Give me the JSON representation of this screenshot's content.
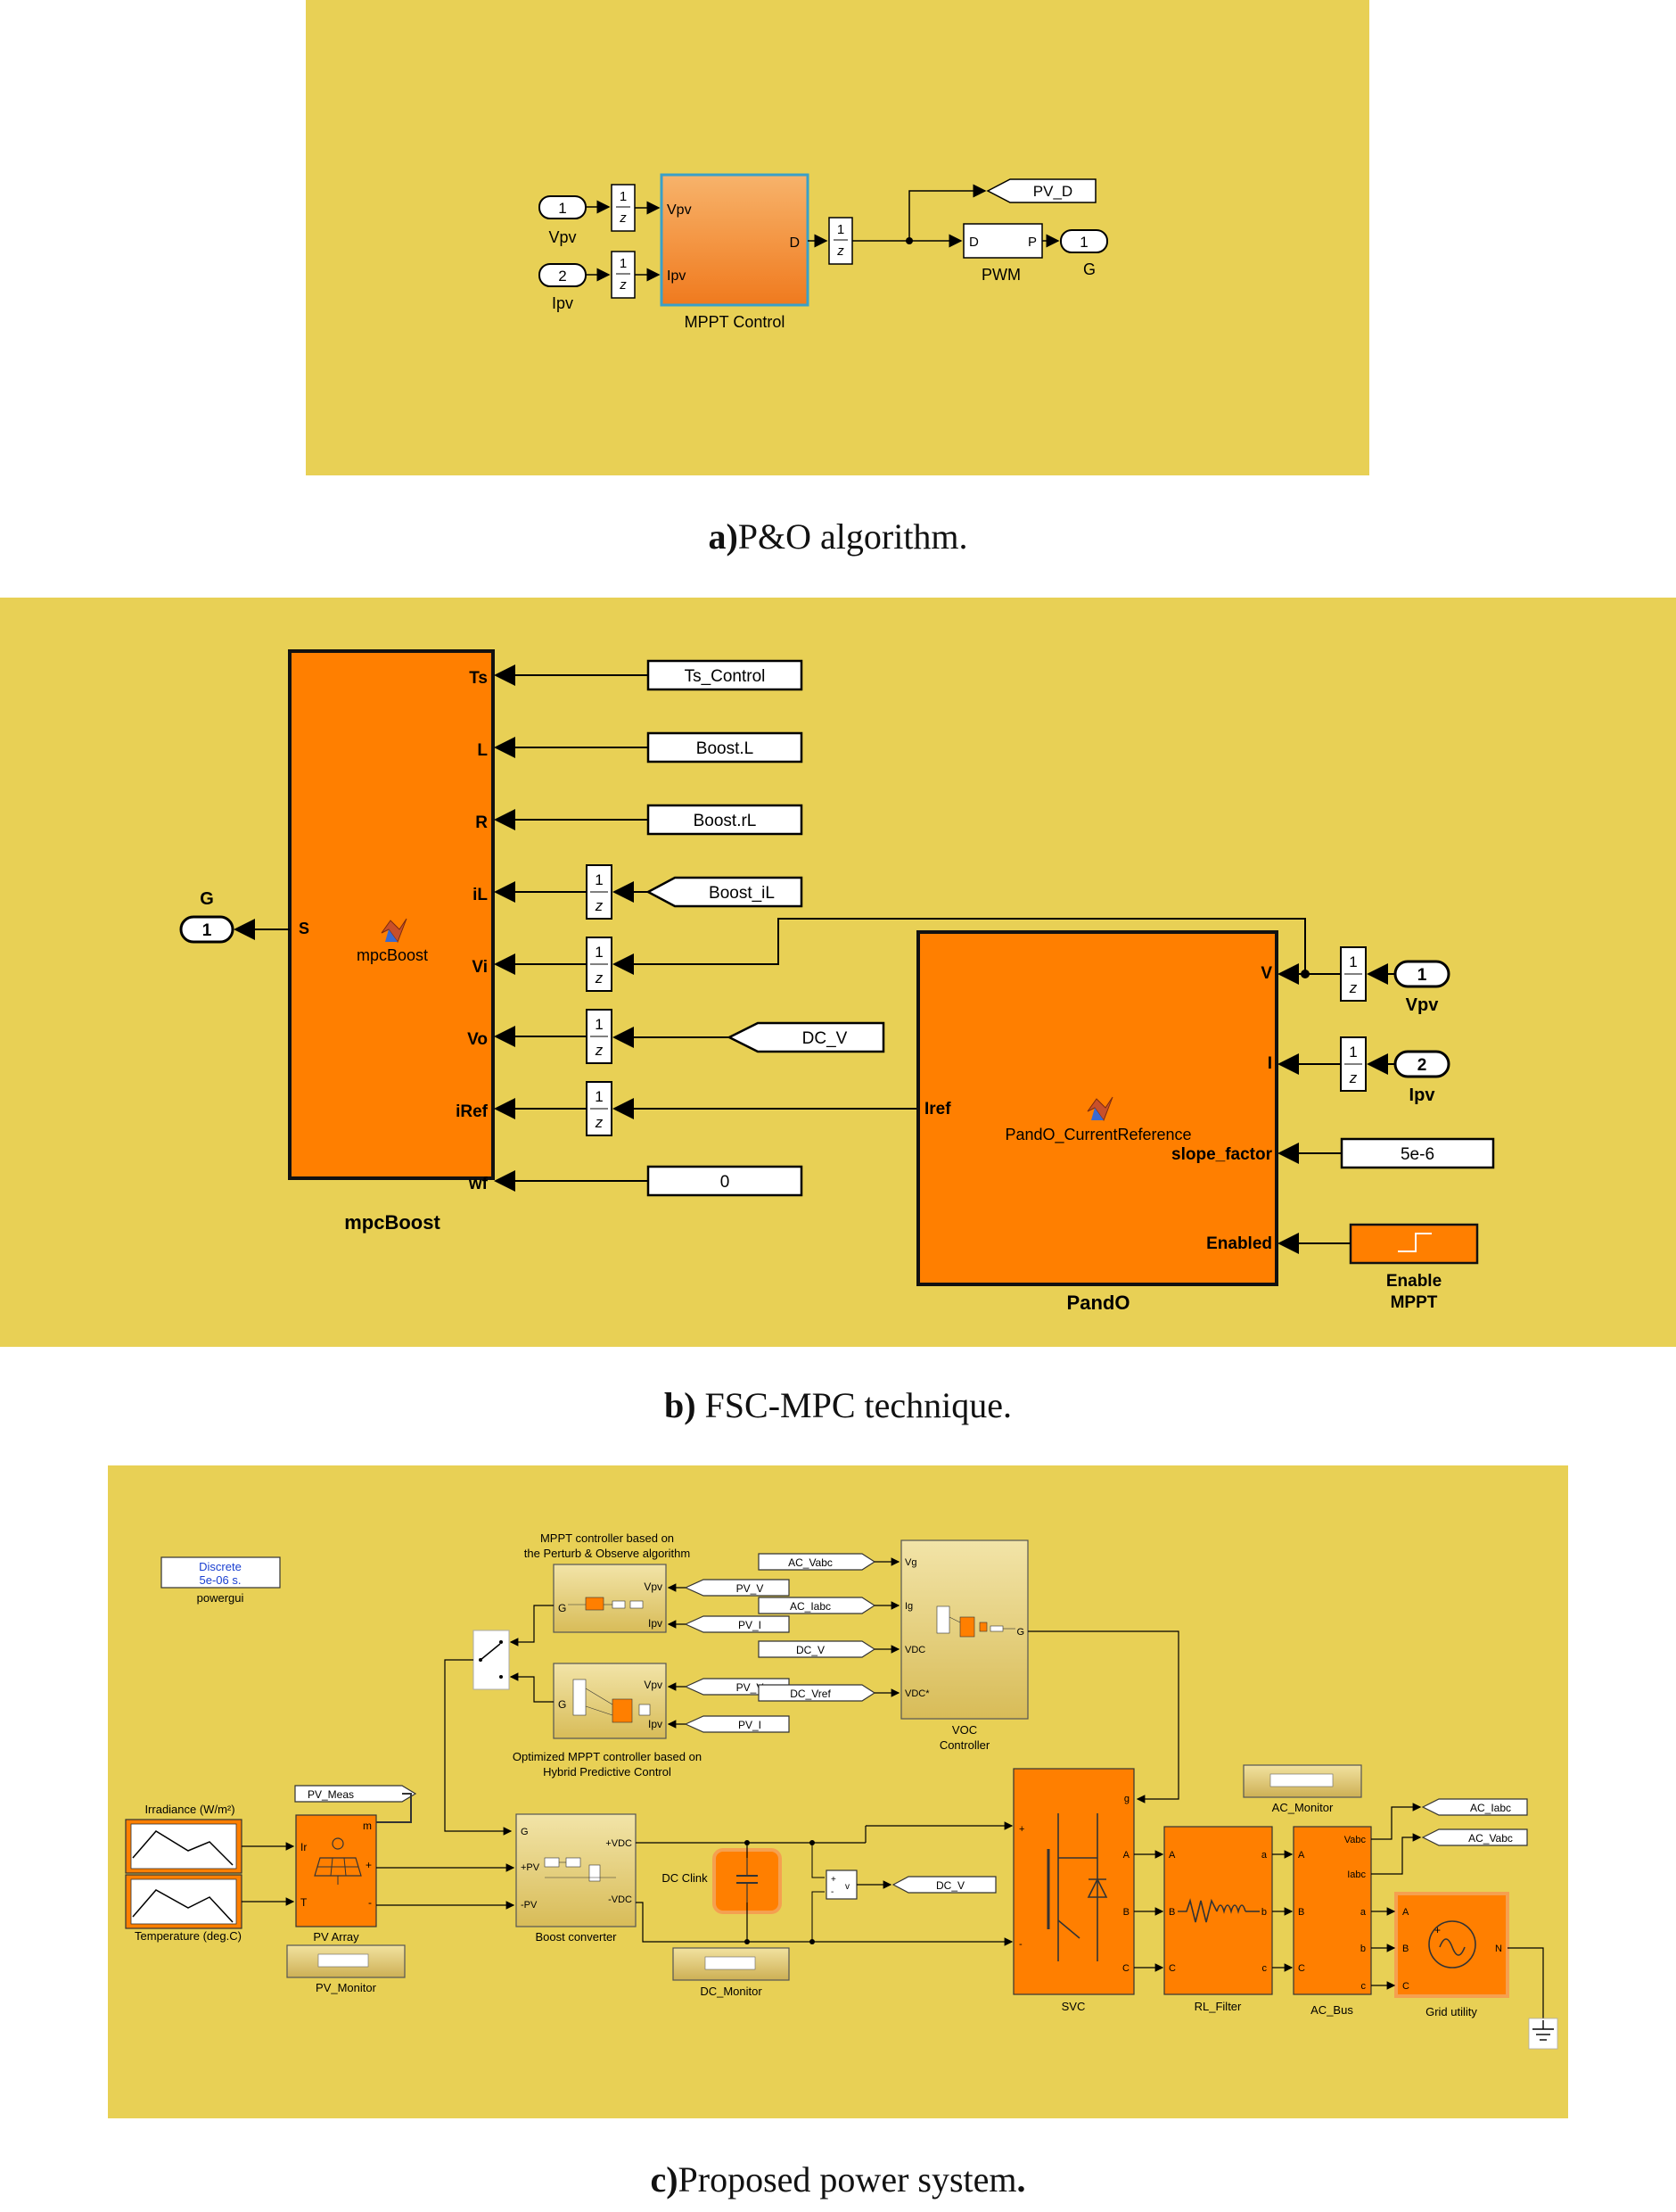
{
  "captions": {
    "a_bold": "a)",
    "a_text": "P&O algorithm.",
    "b_bold": "b)",
    "b_text": " FSC-MPC technique.",
    "c_bold_start": "c)",
    "c_text": "Proposed power system",
    "c_bold_end": "."
  },
  "panel_a": {
    "in1_num": "1",
    "in1_label": "Vpv",
    "in2_num": "2",
    "in2_label": "Ipv",
    "delay_num": "1",
    "delay_den": "z",
    "mppt_port_vpv": "Vpv",
    "mppt_port_ipv": "Ipv",
    "mppt_port_d": "D",
    "mppt_label": "MPPT Control",
    "goto_pvd": "PV_D",
    "pwm_port_d": "D",
    "pwm_port_p": "P",
    "pwm_label": "PWM",
    "out_num": "1",
    "out_label": "G"
  },
  "panel_b": {
    "mpc_ports": [
      "Ts",
      "L",
      "R",
      "iL",
      "Vi",
      "Vo",
      "iRef",
      "wf"
    ],
    "mpc_out_port": "S",
    "mpc_fn": "mpcBoost",
    "mpc_label": "mpcBoost",
    "const_ts": "Ts_Control",
    "const_l": "Boost.L",
    "const_r": "Boost.rL",
    "from_il": "Boost_iL",
    "from_dcv": "DC_V",
    "const_wf": "0",
    "delay_num": "1",
    "delay_den": "z",
    "out_label": "G",
    "out_num": "1",
    "pando_port_v": "V",
    "pando_port_i": "I",
    "pando_port_iref": "Iref",
    "pando_port_slope": "slope_factor",
    "pando_port_enabled": "Enabled",
    "pando_fn": "PandO_CurrentReference",
    "pando_label": "PandO",
    "in1_num": "1",
    "in1_label": "Vpv",
    "in2_num": "2",
    "in2_label": "Ipv",
    "const_slope": "5e-6",
    "enable_label_1": "Enable",
    "enable_label_2": "MPPT"
  },
  "panel_c": {
    "powergui_line1": "Discrete",
    "powergui_line2": "5e-06 s.",
    "powergui_label": "powergui",
    "mppt1_title_1": "MPPT controller based on",
    "mppt1_title_2": "the Perturb & Observe algorithm",
    "mppt2_title_1": "Optimized MPPT controller  based on",
    "mppt2_title_2": "Hybrid Predictive Control",
    "port_g": "G",
    "port_vpv": "Vpv",
    "port_ipv": "Ipv",
    "from_pvv": "PV_V",
    "from_pvi": "PV_I",
    "voc_from": [
      "AC_Vabc",
      "AC_Iabc",
      "DC_V",
      "DC_Vref"
    ],
    "voc_ports": [
      "Vg",
      "Ig",
      "VDC",
      "VDC*"
    ],
    "voc_out": "G",
    "voc_label_1": "VOC",
    "voc_label_2": "Controller",
    "pv_meas": "PV_Meas",
    "irr_label": "Irradiance (W/m²)",
    "temp_label": "Temperature (deg.C)",
    "pv_port_ir": "Ir",
    "pv_port_t": "T",
    "pv_port_m": "m",
    "pv_port_plus": "+",
    "pv_port_minus": "-",
    "pv_label": "PV Array",
    "pv_monitor": "PV_Monitor",
    "boost_ports_left": [
      "G",
      "+PV",
      "-PV"
    ],
    "boost_ports_right": [
      "+VDC",
      "-VDC"
    ],
    "boost_label": "Boost converter",
    "dcclink_label": "DC Clink",
    "vm_label": "v",
    "goto_dcv": "DC_V",
    "dc_monitor": "DC_Monitor",
    "svc_ports_left": [
      "+",
      "-"
    ],
    "svc_port_g": "g",
    "svc_ports_right": [
      "A",
      "B",
      "C"
    ],
    "svc_label": "SVC",
    "rl_ports_left": [
      "A",
      "B",
      "C"
    ],
    "rl_ports_right": [
      "a",
      "b",
      "c"
    ],
    "rl_label": "RL_Filter",
    "bus_ports_left": [
      "A",
      "B",
      "C"
    ],
    "bus_ports_right": [
      "a",
      "b",
      "c"
    ],
    "bus_port_vabc": "Vabc",
    "bus_port_iabc": "Iabc",
    "bus_label": "AC_Bus",
    "ac_monitor": "AC_Monitor",
    "goto_iabc": "AC_Iabc",
    "goto_vabc": "AC_Vabc",
    "grid_ports": [
      "A",
      "B",
      "C"
    ],
    "grid_port_n": "N",
    "grid_label": "Grid utility"
  },
  "colors": {
    "panel": "#E8D055",
    "orange": "#FF7F00",
    "orange_light": "#F7B36B",
    "subsystem_gold": "#EDD88A",
    "block_white": "#ffffff"
  }
}
